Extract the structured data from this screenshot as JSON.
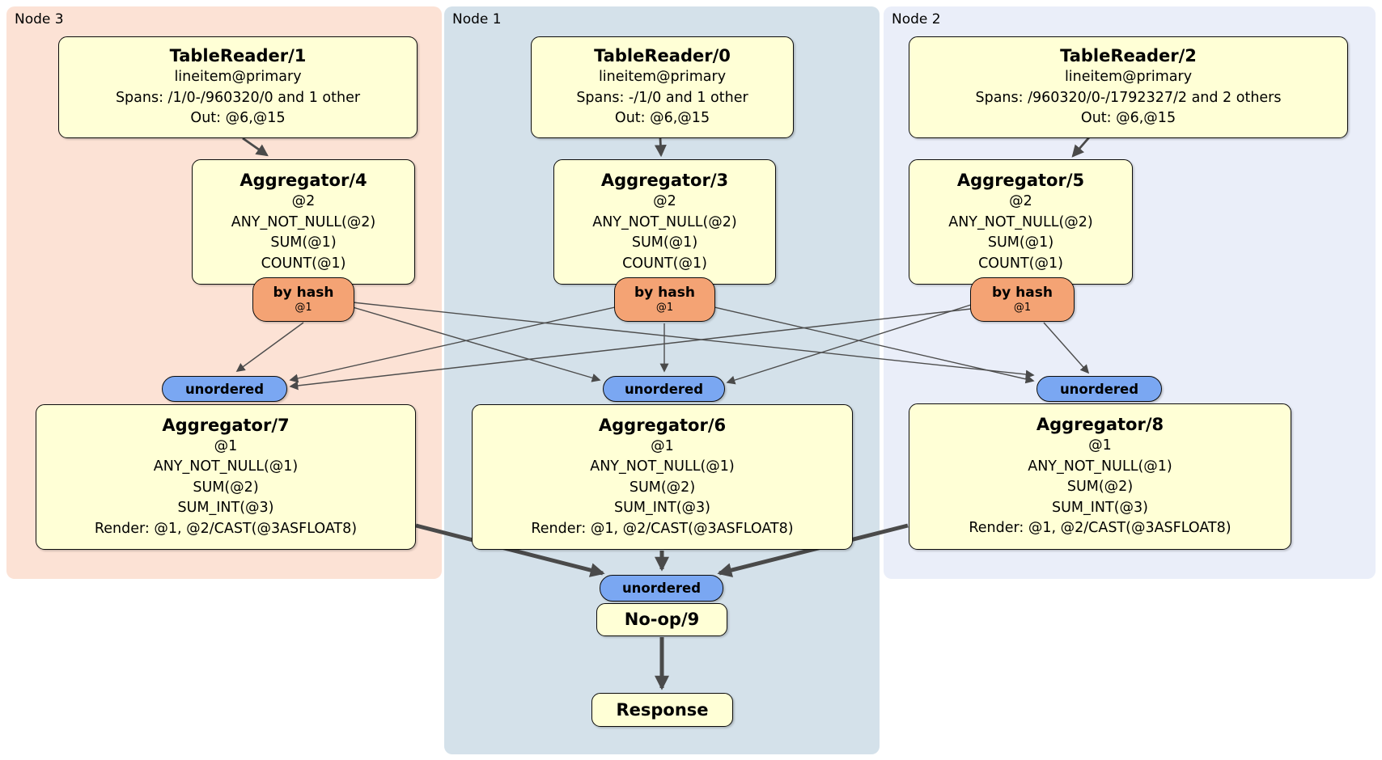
{
  "regions": {
    "node3": {
      "label": "Node 3"
    },
    "node1": {
      "label": "Node 1"
    },
    "node2": {
      "label": "Node 2"
    }
  },
  "boxes": {
    "tr1": {
      "title": "TableReader/1",
      "lines": [
        "lineitem@primary",
        "Spans: /1/0-/960320/0 and 1 other",
        "Out: @6,@15"
      ]
    },
    "tr0": {
      "title": "TableReader/0",
      "lines": [
        "lineitem@primary",
        "Spans: -/1/0 and 1 other",
        "Out: @6,@15"
      ]
    },
    "tr2": {
      "title": "TableReader/2",
      "lines": [
        "lineitem@primary",
        "Spans: /960320/0-/1792327/2 and 2 others",
        "Out: @6,@15"
      ]
    },
    "agg4": {
      "title": "Aggregator/4",
      "lines": [
        "@2",
        "ANY_NOT_NULL(@2)",
        "SUM(@1)",
        "COUNT(@1)"
      ]
    },
    "agg3": {
      "title": "Aggregator/3",
      "lines": [
        "@2",
        "ANY_NOT_NULL(@2)",
        "SUM(@1)",
        "COUNT(@1)"
      ]
    },
    "agg5": {
      "title": "Aggregator/5",
      "lines": [
        "@2",
        "ANY_NOT_NULL(@2)",
        "SUM(@1)",
        "COUNT(@1)"
      ]
    },
    "agg7": {
      "title": "Aggregator/7",
      "lines": [
        "@1",
        "ANY_NOT_NULL(@1)",
        "SUM(@2)",
        "SUM_INT(@3)",
        "Render: @1, @2/CAST(@3ASFLOAT8)"
      ]
    },
    "agg6": {
      "title": "Aggregator/6",
      "lines": [
        "@1",
        "ANY_NOT_NULL(@1)",
        "SUM(@2)",
        "SUM_INT(@3)",
        "Render: @1, @2/CAST(@3ASFLOAT8)"
      ]
    },
    "agg8": {
      "title": "Aggregator/8",
      "lines": [
        "@1",
        "ANY_NOT_NULL(@1)",
        "SUM(@2)",
        "SUM_INT(@3)",
        "Render: @1, @2/CAST(@3ASFLOAT8)"
      ]
    },
    "noop": {
      "title": "No-op/9"
    },
    "response": {
      "title": "Response"
    }
  },
  "routers": {
    "by_hash": {
      "label": "by hash",
      "detail": "@1"
    },
    "unordered_label": "unordered"
  },
  "colors": {
    "node3_bg": "#fce2d5",
    "node1_bg": "#d4e1ea",
    "node2_bg": "#eaeef9",
    "box_fill": "#ffffd6",
    "hash_router_fill": "#f4a374",
    "sync_pill_fill": "#7aa7f2",
    "edge": "#4a4a4a",
    "border": "#0c0c0c"
  }
}
